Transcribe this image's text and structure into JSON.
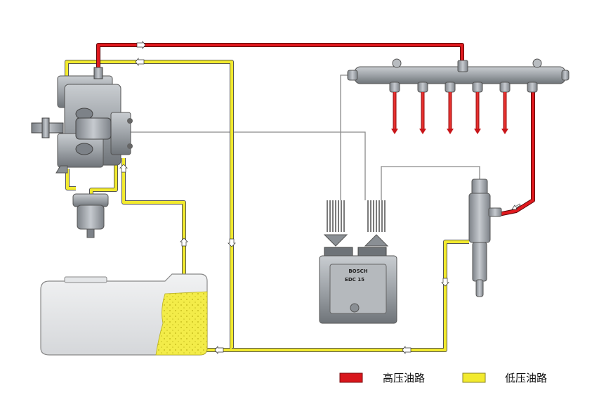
{
  "colors": {
    "high_pressure": "#d8161c",
    "low_pressure": "#f2ea2e",
    "signal_wire": "#8a8a8a",
    "component": "#9aa0a6",
    "fuel": "#f3ec49"
  },
  "ecu": {
    "brand": "BOSCH",
    "model": "EDC 15"
  },
  "legend": {
    "high_pressure_label": "高压油路",
    "low_pressure_label": "低压油路"
  },
  "components": [
    "high-pressure-pump",
    "fuel-filter",
    "fuel-tank",
    "common-rail",
    "injector",
    "ecu"
  ]
}
